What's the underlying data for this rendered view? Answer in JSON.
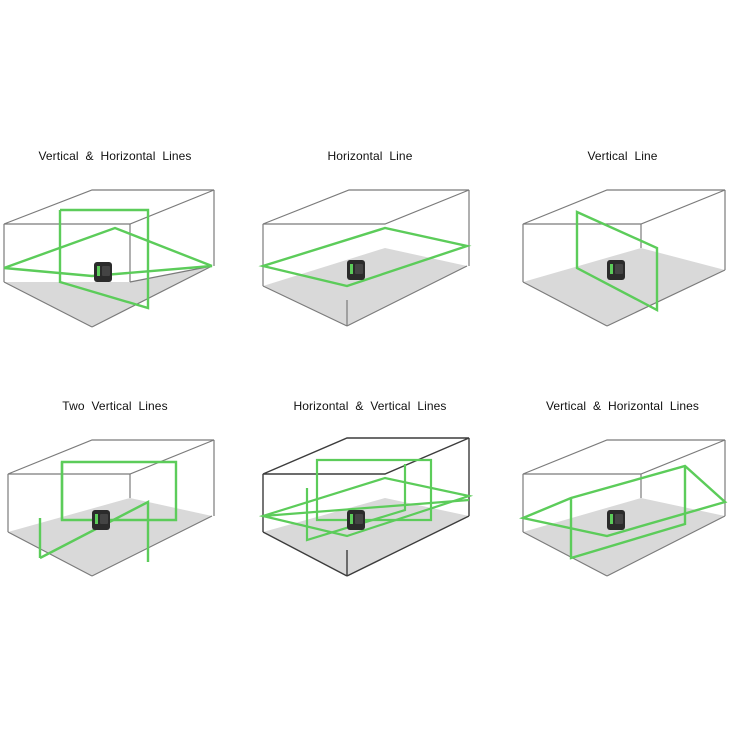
{
  "colors": {
    "laser": "#5ccc5a",
    "frame": "#7b7b7b",
    "floor": "#d9d9d9",
    "device": "#2b2b2b",
    "device_accent": "#5ccc5a"
  },
  "panels": [
    {
      "caption": "Vertical  &  Horizontal  Lines",
      "mode": "vh-single",
      "icon": "laser-level-icon"
    },
    {
      "caption": "Horizontal  Line",
      "mode": "horizontal",
      "icon": "laser-level-icon"
    },
    {
      "caption": "Vertical  Line",
      "mode": "vertical",
      "icon": "laser-level-icon"
    },
    {
      "caption": "Two  Vertical  Lines",
      "mode": "two-vertical",
      "icon": "laser-level-icon"
    },
    {
      "caption": "Horizontal  &  Vertical  Lines",
      "mode": "cross-grid",
      "icon": "laser-level-icon"
    },
    {
      "caption": "Vertical  &  Horizontal  Lines",
      "mode": "vh-box",
      "icon": "laser-level-icon"
    }
  ]
}
